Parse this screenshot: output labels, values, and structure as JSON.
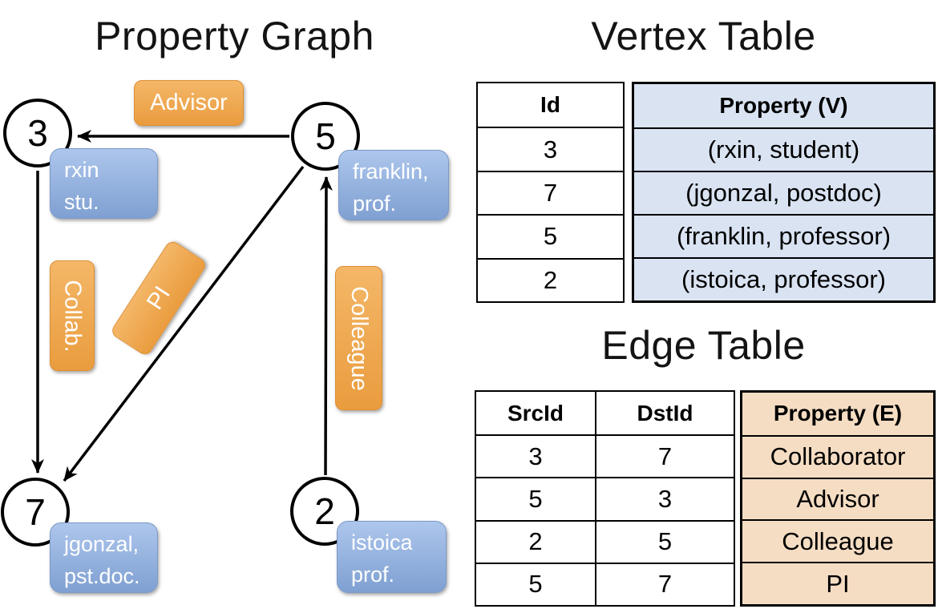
{
  "colors": {
    "edge_label_orange_top": "#f4b768",
    "edge_label_orange_bottom": "#ea9c3e",
    "vertex_box_blue_top": "#adc6ec",
    "vertex_box_blue_bottom": "#7fa0d2",
    "vertex_table_fill": "#d9e3f2",
    "edge_table_fill": "#f5ddc3",
    "line_color": "#000000"
  },
  "graph": {
    "title": "Property Graph",
    "nodes": {
      "n3": "3",
      "n5": "5",
      "n7": "7",
      "n2": "2"
    },
    "edge_labels": {
      "advisor": "Advisor",
      "collab": "Collab.",
      "pi": "PI",
      "colleague": "Colleague"
    },
    "vertex_boxes": {
      "rxin": {
        "line1": "rxin",
        "line2": "stu."
      },
      "franklin": {
        "line1": "franklin,",
        "line2": "prof."
      },
      "jgonzal": {
        "line1": "jgonzal,",
        "line2": "pst.doc."
      },
      "istoica": {
        "line1": "istoica",
        "line2": "prof."
      }
    }
  },
  "vertex_table": {
    "title": "Vertex Table",
    "headers": {
      "id": "Id",
      "property": "Property (V)"
    },
    "rows": [
      {
        "id": "3",
        "property": "(rxin, student)"
      },
      {
        "id": "7",
        "property": "(jgonzal, postdoc)"
      },
      {
        "id": "5",
        "property": "(franklin, professor)"
      },
      {
        "id": "2",
        "property": "(istoica, professor)"
      }
    ]
  },
  "edge_table": {
    "title": "Edge Table",
    "headers": {
      "src": "SrcId",
      "dst": "DstId",
      "property": "Property (E)"
    },
    "rows": [
      {
        "src": "3",
        "dst": "7",
        "property": "Collaborator"
      },
      {
        "src": "5",
        "dst": "3",
        "property": "Advisor"
      },
      {
        "src": "2",
        "dst": "5",
        "property": "Colleague"
      },
      {
        "src": "5",
        "dst": "7",
        "property": "PI"
      }
    ]
  }
}
